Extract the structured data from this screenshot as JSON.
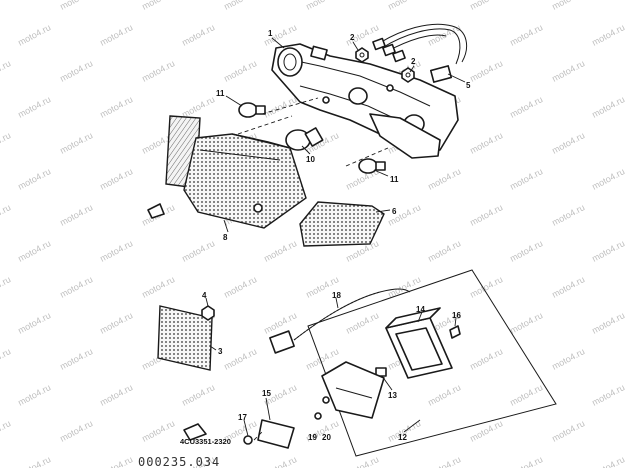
{
  "watermark": "moto4.ru",
  "footer": {
    "part_code": "4CU3351-2320",
    "drawing_code": "000235.034"
  },
  "callouts": {
    "c1": "1",
    "c2a": "2",
    "c2b": "2",
    "c3": "3",
    "c4": "4",
    "c5": "5",
    "c6": "6",
    "c8": "8",
    "c10": "10",
    "c11a": "11",
    "c11b": "11",
    "c12": "12",
    "c13": "13",
    "c14": "14",
    "c15": "15",
    "c16": "16",
    "c17": "17",
    "c18": "18",
    "c19": "19",
    "c20": "20"
  }
}
